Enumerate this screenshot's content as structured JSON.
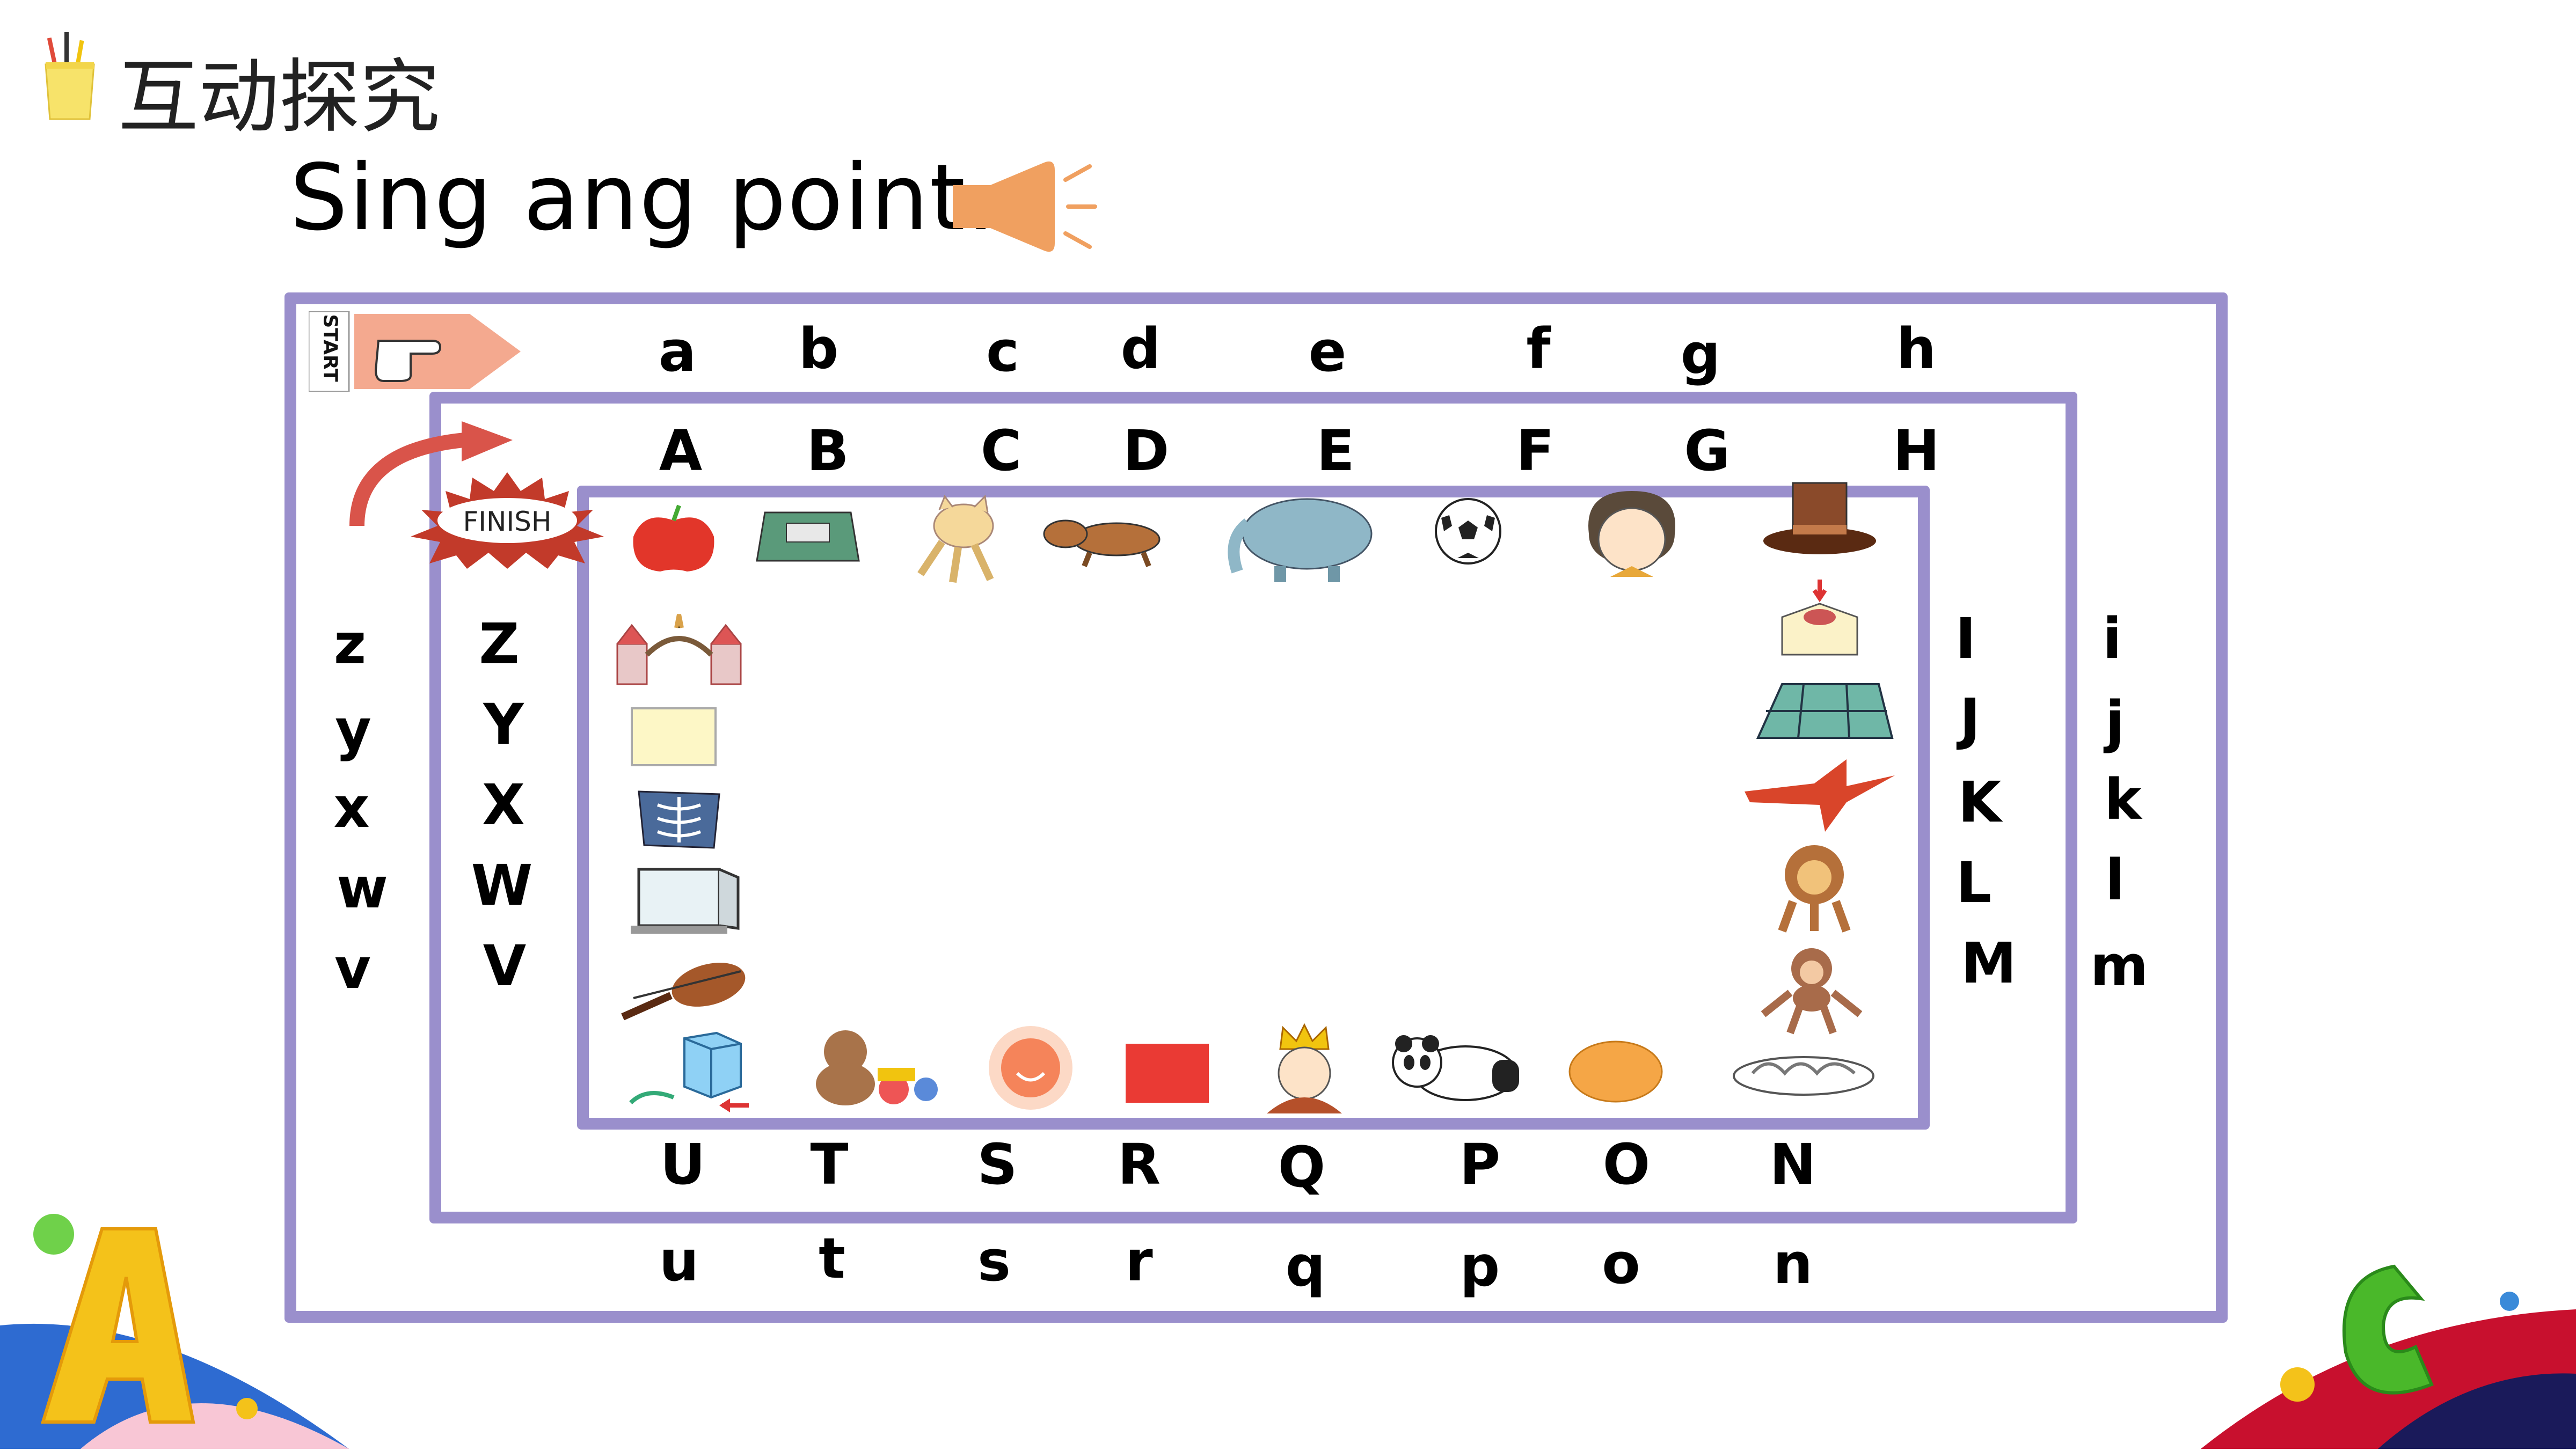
{
  "header": {
    "title": "互动探究"
  },
  "instruction": {
    "text": "Sing ang point."
  },
  "board": {
    "start_label": "START",
    "finish_label": "FINISH",
    "lowercase_top": [
      "a",
      "b",
      "c",
      "d",
      "e",
      "f",
      "g",
      "h"
    ],
    "uppercase_top": [
      "A",
      "B",
      "C",
      "D",
      "E",
      "F",
      "G",
      "H"
    ],
    "uppercase_right": [
      "I",
      "J",
      "K",
      "L",
      "M"
    ],
    "lowercase_right": [
      "i",
      "j",
      "k",
      "l",
      "m"
    ],
    "uppercase_bottom": [
      "U",
      "T",
      "S",
      "R",
      "Q",
      "P",
      "O",
      "N"
    ],
    "lowercase_bottom": [
      "u",
      "t",
      "s",
      "r",
      "q",
      "p",
      "o",
      "n"
    ],
    "uppercase_left": [
      "Z",
      "Y",
      "X",
      "W",
      "V"
    ],
    "lowercase_left": [
      "z",
      "y",
      "x",
      "w",
      "v"
    ],
    "pictures_top": [
      "apple-icon",
      "book-icon",
      "cat-icon",
      "dog-icon",
      "elephant-icon",
      "football-icon",
      "girl-icon",
      "hat-icon"
    ],
    "pictures_right": [
      "ice-cream-box-icon",
      "jigsaw-icon",
      "kite-icon",
      "lion-icon",
      "monkey-icon"
    ],
    "pictures_bottom": [
      "ufo-icon",
      "toy-icon",
      "sun-icon",
      "red-square-icon",
      "queen-icon",
      "panda-icon",
      "orange-icon",
      "noodles-icon"
    ],
    "pictures_left": [
      "zoo-icon",
      "yellow-square-icon",
      "x-ray-icon",
      "window-icon",
      "violin-icon"
    ]
  },
  "colors": {
    "track": "#9a8fcc",
    "speaker": "#f0a060",
    "start_arrow": "#f4a98f",
    "finish": "#c23a2a"
  }
}
